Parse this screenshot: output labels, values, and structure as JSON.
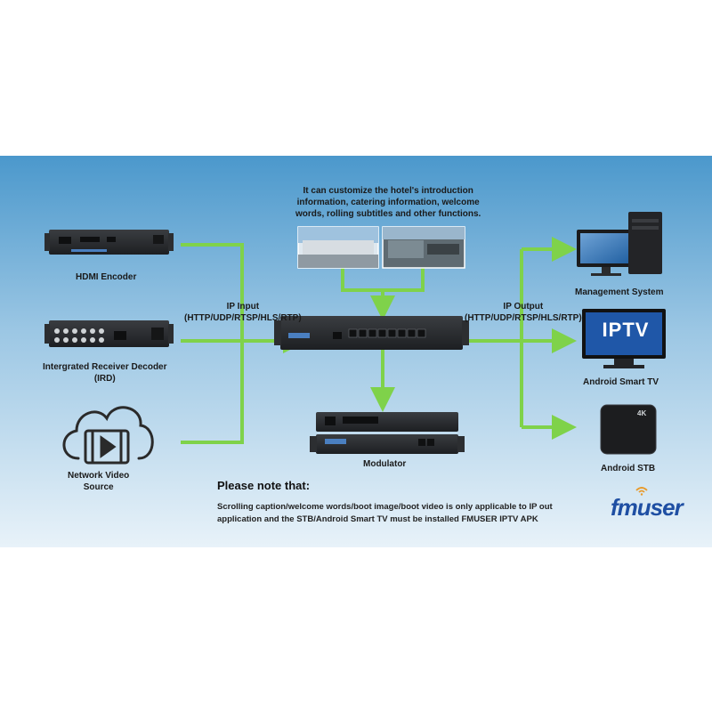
{
  "labels": {
    "hdmi_encoder": "HDMI Encoder",
    "ird": "Intergrated Receiver Decoder\n(IRD)",
    "network_video_source": "Network Video\nSource",
    "ip_input": "IP Input\n(HTTP/UDP/RTSP/HLS/RTP)",
    "ip_output": "IP Output\n(HTTP/UDP/RTSP/HLS/RTP)",
    "customize_note": "It can customize the hotel's introduction\ninformation, catering information, welcome\nwords, rolling subtitles and other functions.",
    "modulator": "Modulator",
    "management_system": "Management System",
    "android_smart_tv": "Android Smart TV",
    "android_stb": "Android STB"
  },
  "iptv_screen_text": "IPTV",
  "stb_badge": "4K",
  "note": {
    "title": "Please note that:",
    "body": "Scrolling caption/welcome words/boot image/boot video is only applicable to IP out application and the STB/Android Smart TV must be installed FMUSER IPTV APK"
  },
  "logo_text": "fmuser",
  "colors": {
    "arrow": "#7fd24a",
    "panel_top": "#4b98cc",
    "panel_bottom": "#e8f2f9",
    "device": "#2a2c2f",
    "logo": "#1f4fa3",
    "wifi": "#e89a2a"
  }
}
